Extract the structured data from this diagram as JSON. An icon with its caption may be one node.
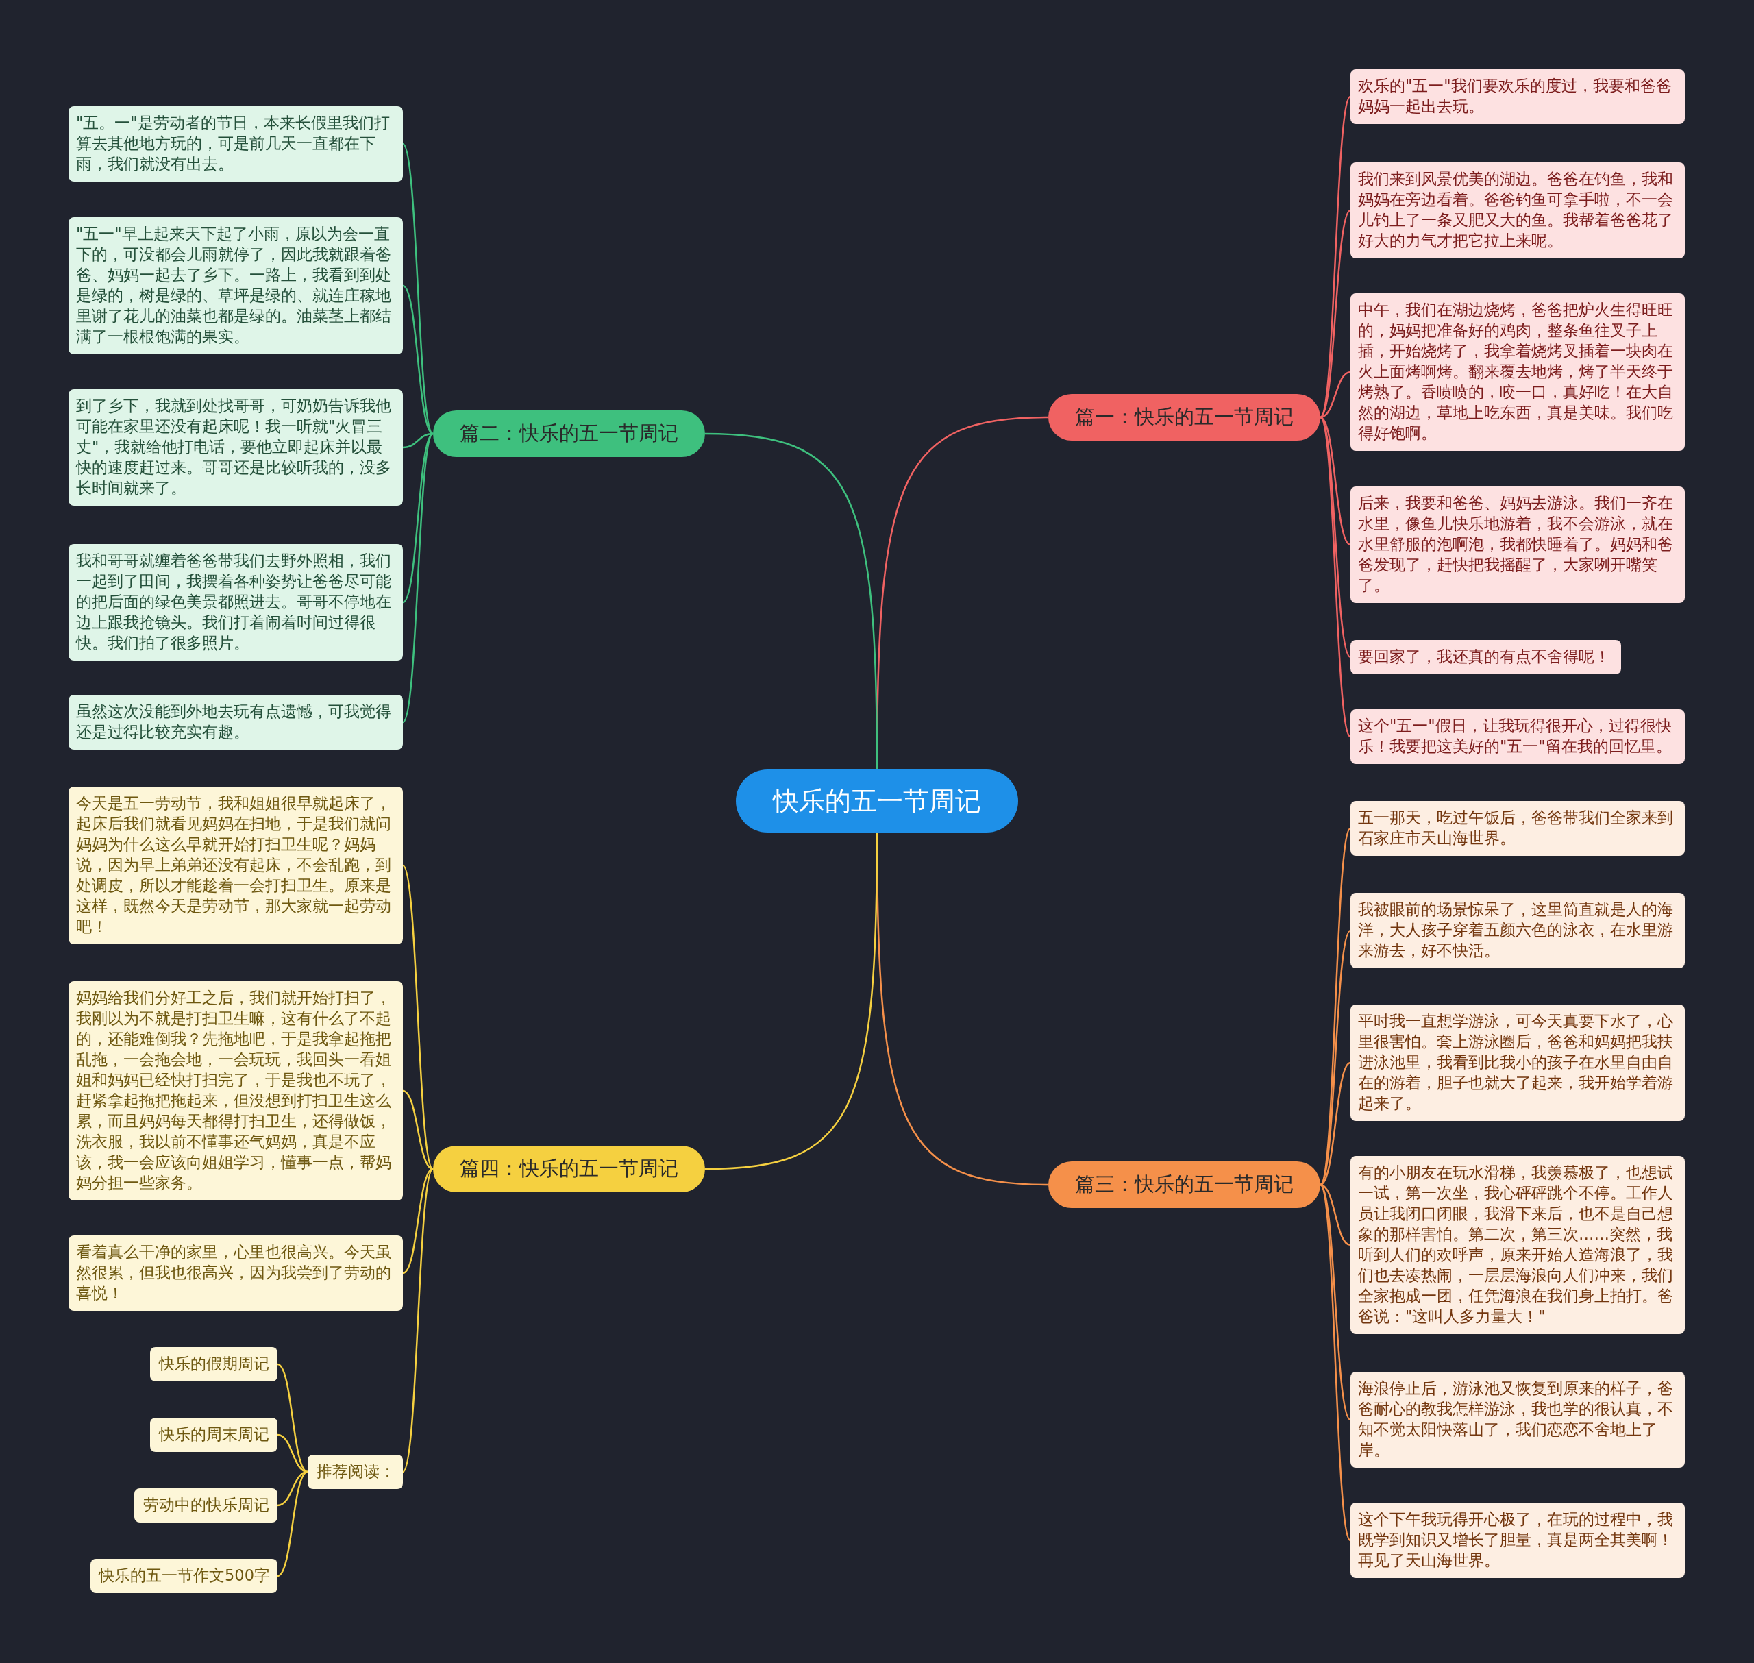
{
  "diagram": {
    "nodes": [
      {
        "text": [
          "快乐的五一节周记"
        ]
      },
      {
        "text": [
          "篇一：快乐的五一节周记"
        ]
      },
      {
        "text": [
          "欢乐的\"五一\"我们要欢乐的度过，我要和爸爸妈妈一起出去玩。"
        ]
      },
      {
        "text": [
          "我们来到风景优美的湖边。爸爸在钓鱼，我和妈妈在旁边看着。爸爸钓鱼可拿手啦，不一会儿钓上了一条又肥又大的鱼。我帮着爸爸花了好大的力气才把它拉上来呢。"
        ]
      },
      {
        "text": [
          "中午，我们在湖边烧烤，爸爸把炉火生得旺旺的，妈妈把准备好的鸡肉，整条鱼往叉子上插，开始烧烤了，我拿着烧烤叉插着一块肉在火上面烤啊烤。翻来覆去地烤，烤了半天终于烤熟了。香喷喷的，咬一口，真好吃！在大自然的湖边，草地上吃东西，真是美味。我们吃得好饱啊。"
        ]
      },
      {
        "text": [
          "后来，我要和爸爸、妈妈去游泳。我们一齐在水里，像鱼儿快乐地游着，我不会游泳，就在水里舒服的泡啊泡，我都快睡着了。妈妈和爸爸发现了，赶快把我摇醒了，大家咧开嘴笑了。"
        ]
      },
      {
        "text": [
          "要回家了，我还真的有点不舍得呢！"
        ]
      },
      {
        "text": [
          "这个\"五一\"假日，让我玩得很开心，过得很快乐！我要把这美好的\"五一\"留在我的回忆里。"
        ]
      },
      {
        "text": [
          "篇三：快乐的五一节周记"
        ]
      },
      {
        "text": [
          "五一那天，吃过午饭后，爸爸带我们全家来到石家庄市天山海世界。"
        ]
      },
      {
        "text": [
          "我被眼前的场景惊呆了，这里简直就是人的海洋，大人孩子穿着五颜六色的泳衣，在水里游来游去，好不快活。"
        ]
      },
      {
        "text": [
          "平时我一直想学游泳，可今天真要下水了，心里很害怕。套上游泳圈后，爸爸和妈妈把我扶进泳池里，我看到比我小的孩子在水里自由自在的游着，胆子也就大了起来，我开始学着游起来了。"
        ]
      },
      {
        "text": [
          "有的小朋友在玩水滑梯，我羡慕极了，也想试一试，第一次坐，我心砰砰跳个不停。工作人员让我闭口闭眼，我滑下来后，也不是自己想象的那样害怕。第二次，第三次……突然，我听到人们的欢呼声，原来开始人造海浪了，我们也去凑热闹，一层层海浪向人们冲来，我们全家抱成一团，任凭海浪在我们身上拍打。爸爸说：\"这叫人多力量大！\""
        ]
      },
      {
        "text": [
          "海浪停止后，游泳池又恢复到原来的样子，爸爸耐心的教我怎样游泳，我也学的很认真，不知不觉太阳快落山了，我们恋恋不舍地上了岸。"
        ]
      },
      {
        "text": [
          "这个下午我玩得开心极了，在玩的过程中，我既学到知识又增长了胆量，真是两全其美啊！再见了天山海世界。"
        ]
      },
      {
        "text": [
          "篇二：快乐的五一节周记"
        ]
      },
      {
        "text": [
          "\"五。一\"是劳动者的节日，本来长假里我们打算去其他地方玩的，可是前几天一直都在下雨，我们就没有出去。"
        ]
      },
      {
        "text": [
          "\"五一\"早上起来天下起了小雨，原以为会一直下的，可没都会儿雨就停了，因此我就跟着爸爸、妈妈一起去了乡下。一路上，我看到到处是绿的，树是绿的、草坪是绿的、就连庄稼地里谢了花儿的油菜也都是绿的。油菜茎上都结满了一根根饱满的果实。"
        ]
      },
      {
        "text": [
          "到了乡下，我就到处找哥哥，可奶奶告诉我他可能在家里还没有起床呢！我一听就\"火冒三丈\"，我就给他打电话，要他立即起床并以最快的速度赶过来。哥哥还是比较听我的，没多长时间就来了。"
        ]
      },
      {
        "text": [
          "我和哥哥就缠着爸爸带我们去野外照相，我们一起到了田间，我摆着各种姿势让爸爸尽可能的把后面的绿色美景都照进去。哥哥不停地在边上跟我抢镜头。我们打着闹着时间过得很快。我们拍了很多照片。"
        ]
      },
      {
        "text": [
          "虽然这次没能到外地去玩有点遗憾，可我觉得还是过得比较充实有趣。"
        ]
      },
      {
        "text": [
          "篇四：快乐的五一节周记"
        ]
      },
      {
        "text": [
          "今天是五一劳动节，我和姐姐很早就起床了，起床后我们就看见妈妈在扫地，于是我们就问妈妈为什么这么早就开始打扫卫生呢？妈妈说，因为早上弟弟还没有起床，不会乱跑，到处调皮，所以才能趁着一会打扫卫生。原来是这样，既然今天是劳动节，那大家就一起劳动吧！"
        ]
      },
      {
        "text": [
          "妈妈给我们分好工之后，我们就开始打扫了，我刚以为不就是打扫卫生嘛，这有什么了不起的，还能难倒我？先拖地吧，于是我拿起拖把乱拖，一会拖会地，一会玩玩，我回头一看姐姐和妈妈已经快打扫完了，于是我也不玩了，赶紧拿起拖把拖起来，但没想到打扫卫生这么累，而且妈妈每天都得打扫卫生，还得做饭，洗衣服，我以前不懂事还气妈妈，真是不应该，我一会应该向姐姐学习，懂事一点，帮妈妈分担一些家务。"
        ]
      },
      {
        "text": [
          "看着真么干净的家里，心里也很高兴。今天虽然很累，但我也很高兴，因为我尝到了劳动的喜悦！"
        ]
      },
      {
        "text": [
          "推荐阅读："
        ]
      },
      {
        "text": [
          "快乐的假期周记"
        ]
      },
      {
        "text": [
          "快乐的周末周记"
        ]
      },
      {
        "text": [
          "劳动中的快乐周记"
        ]
      },
      {
        "text": [
          "快乐的五一节作文500字"
        ]
      }
    ],
    "edges": [
      {
        "from": 0,
        "to": 1,
        "arrow": "none",
        "color": "#f06262"
      },
      {
        "from": 1,
        "to": 2,
        "arrow": "none",
        "color": "#f06262"
      },
      {
        "from": 1,
        "to": 3,
        "arrow": "none",
        "color": "#f06262"
      },
      {
        "from": 1,
        "to": 4,
        "arrow": "none",
        "color": "#f06262"
      },
      {
        "from": 1,
        "to": 5,
        "arrow": "none",
        "color": "#f06262"
      },
      {
        "from": 1,
        "to": 6,
        "arrow": "none",
        "color": "#f06262"
      },
      {
        "from": 1,
        "to": 7,
        "arrow": "none",
        "color": "#f06262"
      },
      {
        "from": 0,
        "to": 8,
        "arrow": "none",
        "color": "#f5904a"
      },
      {
        "from": 8,
        "to": 9,
        "arrow": "none",
        "color": "#f5904a"
      },
      {
        "from": 8,
        "to": 10,
        "arrow": "none",
        "color": "#f5904a"
      },
      {
        "from": 8,
        "to": 11,
        "arrow": "none",
        "color": "#f5904a"
      },
      {
        "from": 8,
        "to": 12,
        "arrow": "none",
        "color": "#f5904a"
      },
      {
        "from": 8,
        "to": 13,
        "arrow": "none",
        "color": "#f5904a"
      },
      {
        "from": 8,
        "to": 14,
        "arrow": "none",
        "color": "#f5904a"
      },
      {
        "from": 0,
        "to": 15,
        "arrow": "none",
        "color": "#3ec07e"
      },
      {
        "from": 15,
        "to": 16,
        "arrow": "none",
        "color": "#3ec07e"
      },
      {
        "from": 15,
        "to": 17,
        "arrow": "none",
        "color": "#3ec07e"
      },
      {
        "from": 15,
        "to": 18,
        "arrow": "none",
        "color": "#3ec07e"
      },
      {
        "from": 15,
        "to": 19,
        "arrow": "none",
        "color": "#3ec07e"
      },
      {
        "from": 15,
        "to": 20,
        "arrow": "none",
        "color": "#3ec07e"
      },
      {
        "from": 0,
        "to": 21,
        "arrow": "none",
        "color": "#f5d040"
      },
      {
        "from": 21,
        "to": 22,
        "arrow": "none",
        "color": "#f5d040"
      },
      {
        "from": 21,
        "to": 23,
        "arrow": "none",
        "color": "#f5d040"
      },
      {
        "from": 21,
        "to": 24,
        "arrow": "none",
        "color": "#f5d040"
      },
      {
        "from": 21,
        "to": 25,
        "arrow": "none",
        "color": "#f5d040"
      },
      {
        "from": 25,
        "to": 26,
        "arrow": "none",
        "color": "#f5d040"
      },
      {
        "from": 25,
        "to": 27,
        "arrow": "none",
        "color": "#f5d040"
      },
      {
        "from": 25,
        "to": 28,
        "arrow": "none",
        "color": "#f5d040"
      },
      {
        "from": 25,
        "to": 29,
        "arrow": "none",
        "color": "#f5d040"
      }
    ]
  }
}
